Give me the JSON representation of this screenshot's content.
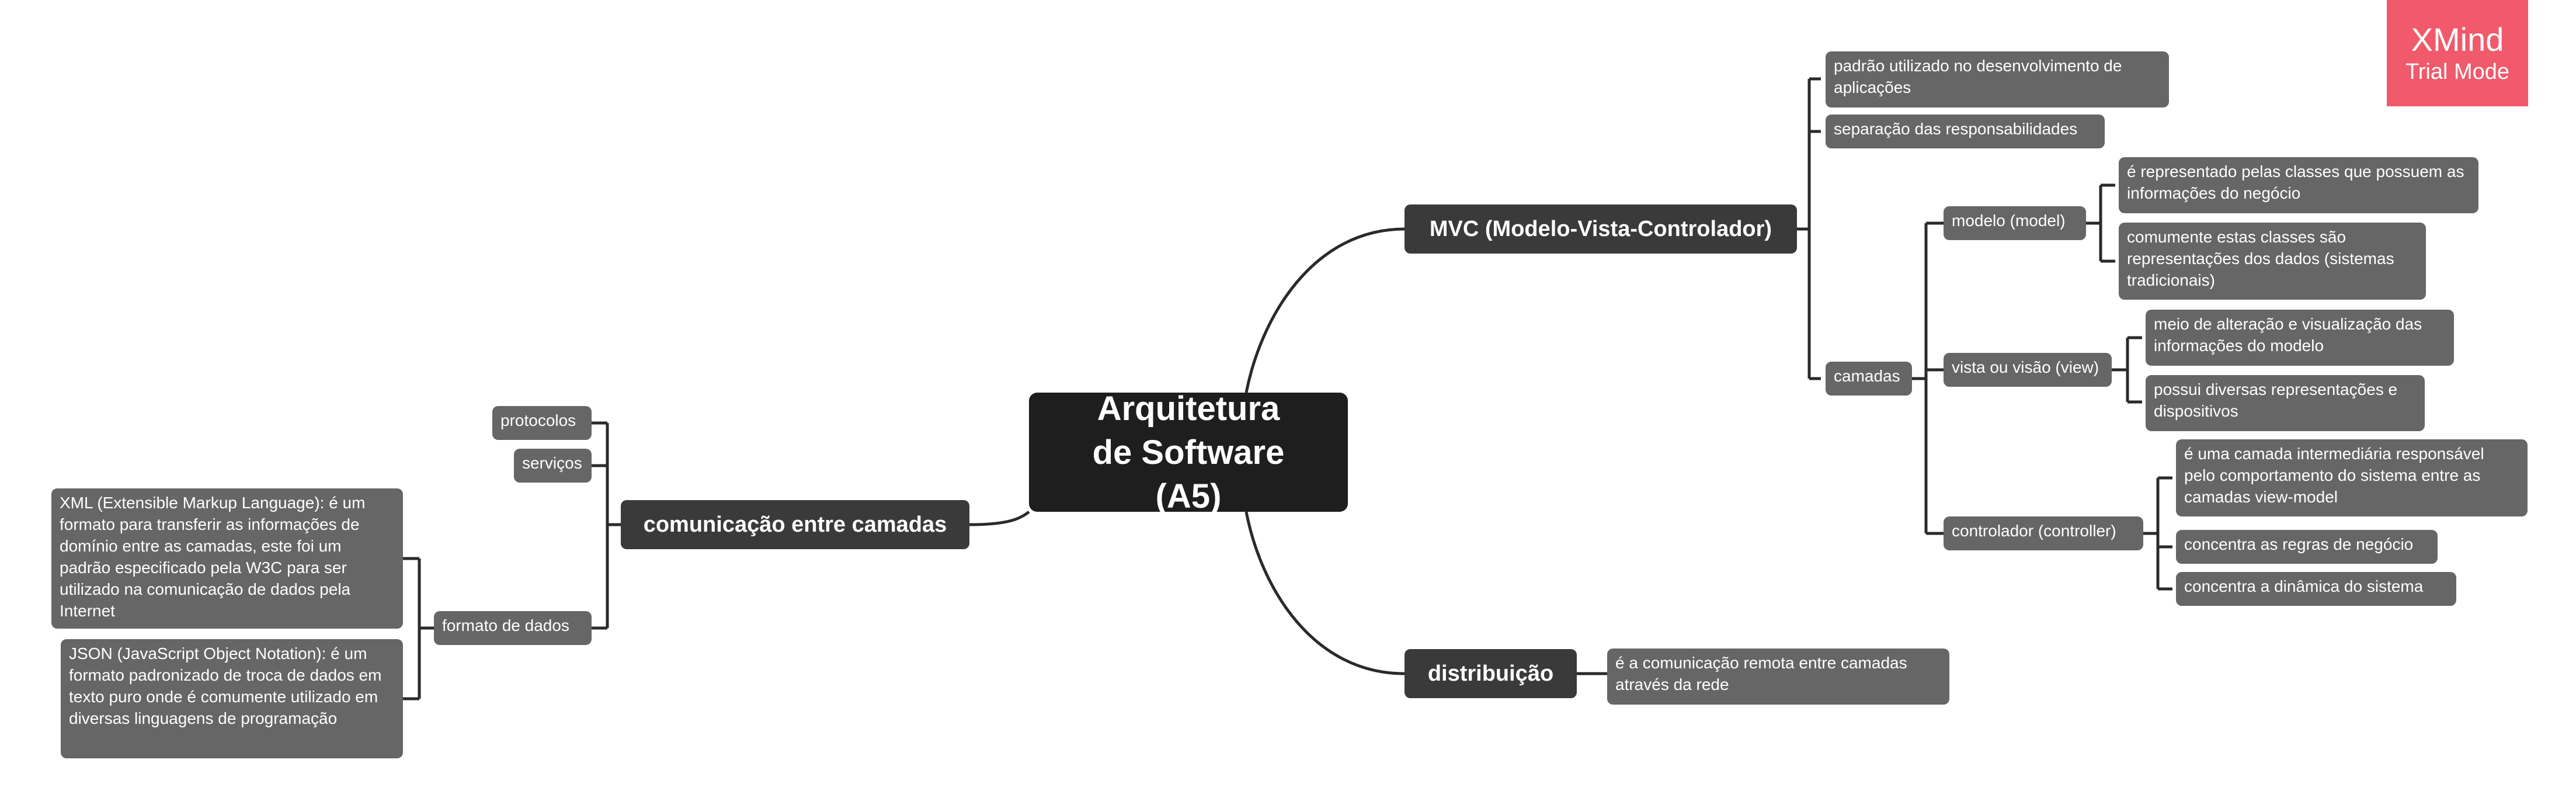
{
  "central": "Arquitetura de Software (A5)",
  "mvc": {
    "title": "MVC (Modelo-Vista-Controlador)",
    "item_padrao": "padrão utilizado no desenvolvimento de aplicações",
    "item_separacao": "separação das responsabilidades",
    "camadas": {
      "label": "camadas",
      "modelo": {
        "label": "modelo (model)",
        "desc_1": "é representado pelas classes que possuem as informações do negócio",
        "desc_2": "comumente estas classes são representações dos dados (sistemas tradicionais)"
      },
      "vista": {
        "label": "vista ou visão (view)",
        "desc_1": "meio de alteração e visualização das informações do modelo",
        "desc_2": "possui diversas representações e dispositivos"
      },
      "controlador": {
        "label": "controlador (controller)",
        "desc_1": "é uma camada intermediária responsável pelo comportamento do sistema entre as camadas view-model",
        "desc_2": "concentra as regras de negócio",
        "desc_3": "concentra a dinâmica do sistema"
      }
    }
  },
  "distribuicao": {
    "title": "distribuição",
    "desc": "é a comunicação remota entre camadas através da rede"
  },
  "comunicacao": {
    "title": "comunicação entre camadas",
    "protocolos": "protocolos",
    "servicos": "serviços",
    "formato": {
      "label": "formato de dados",
      "xml": "XML (Extensible Markup Language): é um formato para transferir as informações de domínio entre as camadas, este foi um padrão especificado pela W3C para ser utilizado na comunicação de dados pela Internet",
      "json": "JSON (JavaScript Object Notation): é um formato padronizado de troca de dados em texto puro onde é comumente utilizado em diversas linguagens de programação"
    }
  },
  "watermark": {
    "brand": "XMind",
    "mode": "Trial Mode"
  }
}
